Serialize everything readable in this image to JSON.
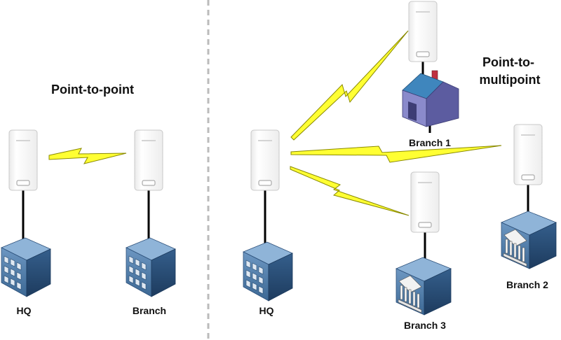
{
  "diagram": {
    "left_panel": {
      "title": "Point-to-point",
      "sites": {
        "hq": "HQ",
        "branch": "Branch"
      }
    },
    "right_panel": {
      "title_line1": "Point-to-",
      "title_line2": "multipoint",
      "sites": {
        "hq": "HQ",
        "branch1": "Branch 1",
        "branch2": "Branch 2",
        "branch3": "Branch 3"
      }
    }
  },
  "colors": {
    "divider": "#bbbbbb",
    "cable": "#000000",
    "radio_link": "#ffff33",
    "radio_link_outline": "#8a8a00",
    "building_front": "#4a7aa8",
    "building_side": "#2b4e78",
    "building_roof": "#8fb4d8",
    "house_front": "#7e7ec0",
    "house_roof": "#3f86bd",
    "house_chimney": "#c03040",
    "device_body": "#fbfbfb",
    "device_edge": "#c8c8c8"
  }
}
